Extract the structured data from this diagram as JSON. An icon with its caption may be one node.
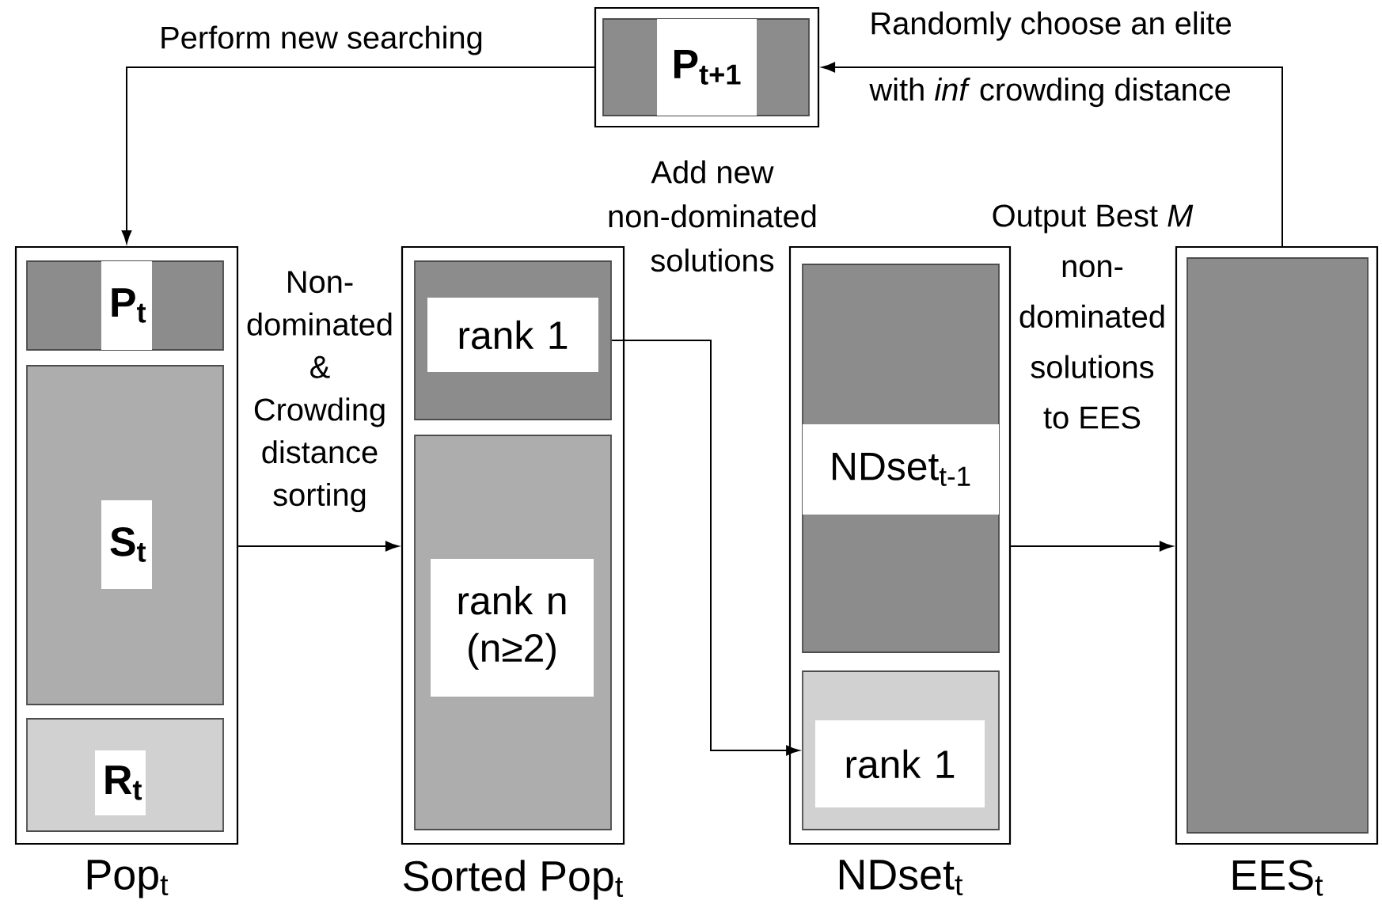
{
  "diagram": {
    "nodes": [
      {
        "text": [
          "P$_{t+1}$"
        ]
      },
      {
        "text": [
          "Pop$_{t}$"
        ]
      },
      {
        "text": [
          "P$_{t}$"
        ],
        "in": 1
      },
      {
        "text": [
          "S$_{t}$"
        ],
        "in": 1
      },
      {
        "text": [
          "R$_{t}$"
        ],
        "in": 1
      },
      {
        "text": [
          "Sorted Pop$_{t}$"
        ]
      },
      {
        "text": [
          "rank 1"
        ],
        "in": 5
      },
      {
        "text": [
          "rank n (n≥2)"
        ],
        "in": 5
      },
      {
        "text": [
          "NDset$_{t}$"
        ]
      },
      {
        "text": [
          "NDset$_{t-1}$"
        ],
        "in": 8
      },
      {
        "text": [
          "rank 1"
        ],
        "in": 8
      },
      {
        "text": [
          "EES$_{t}$"
        ]
      }
    ],
    "edges": [
      {
        "from": 11,
        "to": 0,
        "arrow": "to",
        "label": "Randomly choose an elite with *inf* crowding distance"
      },
      {
        "from": 0,
        "to": 1,
        "arrow": "to",
        "label": "Perform new searching"
      },
      {
        "from": 1,
        "to": 5,
        "arrow": "to",
        "label": "Non-dominated & Crowding distance sorting"
      },
      {
        "from": 6,
        "to": 10,
        "arrow": "to",
        "label": "Add new non-dominated solutions"
      },
      {
        "from": 8,
        "to": 11,
        "arrow": "to",
        "label": "Output Best *M* non-dominated solutions to EES"
      }
    ]
  }
}
